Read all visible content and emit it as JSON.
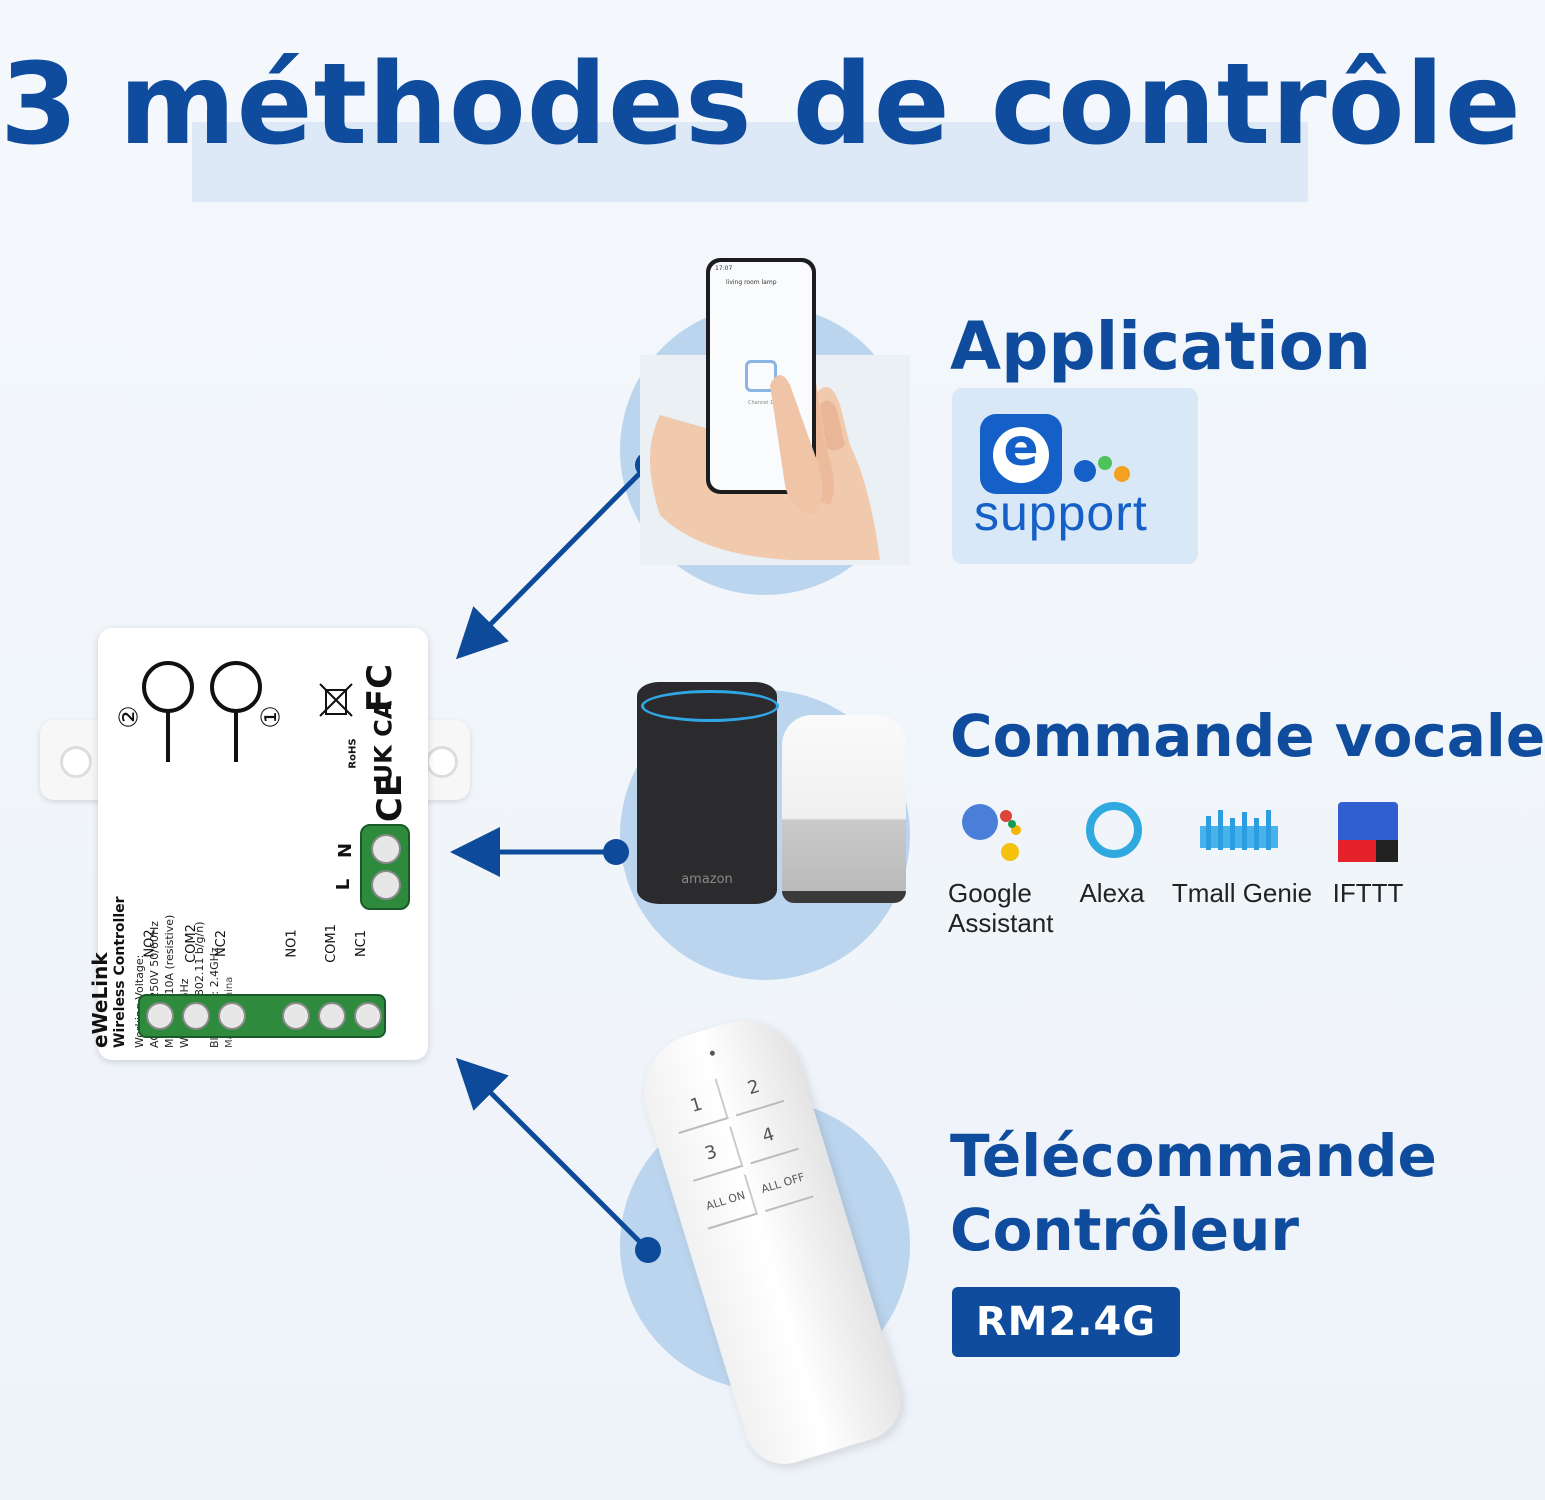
{
  "title": "3 méthodes de contrôle",
  "methods": {
    "app": {
      "heading": "Application",
      "logo_letter": "e",
      "logo_text": "support",
      "phone": {
        "time": "17:07",
        "screen_title": "living room lamp",
        "power_label": "Channel 1"
      }
    },
    "voice": {
      "heading": "Commande vocale",
      "speaker_brand": "amazon",
      "services": [
        {
          "name": "Google\nAssistant",
          "icon": "google-assistant-icon"
        },
        {
          "name": "Alexa",
          "icon": "alexa-icon"
        },
        {
          "name": "Tmall Genie",
          "icon": "tmall-genie-icon"
        },
        {
          "name": "IFTTT",
          "icon": "ifttt-icon"
        }
      ]
    },
    "remote": {
      "heading_line1": "Télécommande",
      "heading_line2": "Contrôleur",
      "model": "RM2.4G",
      "buttons": [
        "1",
        "2",
        "3",
        "4",
        "ALL ON",
        "ALL OFF"
      ]
    }
  },
  "device": {
    "brand": "eWeLink",
    "subtitle": "Wireless Controller",
    "specs": [
      "Working Voltage:",
      "AC 90V~250V 50/60Hz",
      "Maxload: 10A (resistive)",
      "WiFi: 2.4GHz",
      "(IEEE 802.11 b/g/n)",
      "Bluetooth: 2.4GHz",
      "Made in China"
    ],
    "terminals": [
      "NO2",
      "COM2",
      "NC2",
      "NO1",
      "COM1",
      "NC1"
    ],
    "power_terminals": [
      "L",
      "N"
    ],
    "channel_marks": [
      "②",
      "①"
    ],
    "certifications": [
      "CE",
      "UK CA",
      "FC",
      "RoHS"
    ]
  },
  "colors": {
    "brand_blue": "#0f4c9d",
    "circle": "#bcd5ee",
    "arrow": "#0d4a9a",
    "terminal_green": "#2e8b3e"
  }
}
